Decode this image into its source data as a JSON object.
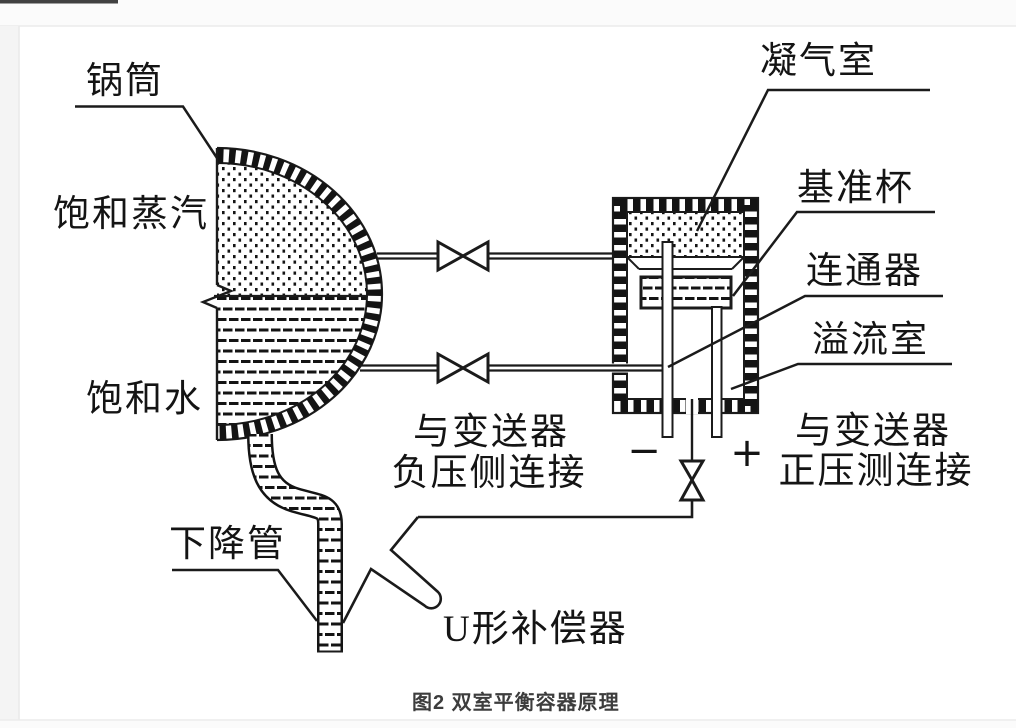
{
  "page": {
    "caption": "图2 双室平衡容器原理"
  },
  "diagram": {
    "labels": {
      "drum": "锅筒",
      "saturated_steam": "饱和蒸汽",
      "saturated_water": "饱和水",
      "downcomer": "下降管",
      "u_compensator": "U形补偿器",
      "condensing_chamber": "凝气室",
      "reference_cup": "基准杯",
      "connector": "连通器",
      "overflow_chamber": "溢流室",
      "transmitter_negative": {
        "line1": "与变送器",
        "line2": "负压侧连接"
      },
      "transmitter_positive": {
        "line1": "与变送器",
        "line2": "正压测连接"
      },
      "minus": "−",
      "plus": "+"
    },
    "colors": {
      "ink": "#1b1b1b",
      "paper": "#ffffff",
      "margin": "#f4f4f4",
      "caption": "#3d3d3d"
    }
  }
}
